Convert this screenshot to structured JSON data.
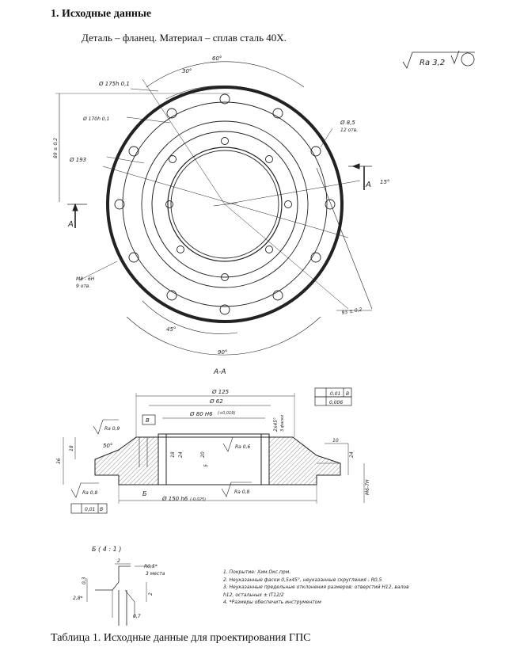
{
  "heading": "1. Исходные данные",
  "subline": "Деталь – фланец. Материал – сплав сталь 40Х.",
  "caption": "Таблица 1. Исходные данные для проектирования ГПС",
  "roughness_general": "Ra 3,2",
  "top_view": {
    "angle_60": "60°",
    "angle_30": "30°",
    "dim_175": "Ø 175h 0,1",
    "dim_170": "Ø 170h 0,1",
    "dim_193": "Ø 193",
    "dim_8_5": "Ø 8,5",
    "holes_12": "12 отв.",
    "dim_89": "89 ± 0,2",
    "dim_93": "93 ± 0,2",
    "thread_m8": "М8 - 6Н",
    "holes_9": "9 отв.",
    "angle_45": "45°",
    "angle_90": "90°",
    "angle_15": "15°",
    "section_mark": "А"
  },
  "section_view": {
    "title": "А-А",
    "dim_125": "Ø 125",
    "dim_62": "Ø 62",
    "dim_80": "Ø 80 Н6",
    "dim_80_tol": "(+0,019)",
    "dim_150": "Ø 150 h6",
    "dim_150_tol": "(-0,025)",
    "tol_flat": "0,01",
    "tol_flat_base": "В",
    "tol_par": "0,006",
    "datum_b": "В",
    "ra_09": "Ra 0,9",
    "ra_08": "Ra 0,8",
    "ra_06": "Ra 0,6",
    "ra_08b": "Ra 0,8",
    "tol_runout": "0,01",
    "tol_runout_base": "В",
    "chamfer": "2x45°",
    "chamfer_note": "3 фаски",
    "dim_18": "18",
    "dim_24": "24",
    "dim_20": "20",
    "dim_36": "36",
    "dim_5": "5",
    "dim_10": "10",
    "dim_24b": "24",
    "dim_m6": "М6-7Н",
    "angle_50": "50°",
    "view_b": "Б"
  },
  "detail_view": {
    "title": "Б ( 4 : 1 )",
    "dim_r05": "R0,5*",
    "note_3": "3 места",
    "dim_2": "2",
    "dim_03": "0,3",
    "dim_2_8": "2,8*",
    "dim_07": "0,7"
  },
  "notes": [
    "1.   Покрытие: Хим.Окс.прм.",
    "2.   Неуказанные фаски 0,5х45°, неуказанные скругления - R0,5",
    "3.   Неуказанные предельные отклонения размеров: отверстий Н12, валов",
    "      h12, остальных ± IT12/2",
    "4.   *Размеры обеспечить инструментом"
  ]
}
